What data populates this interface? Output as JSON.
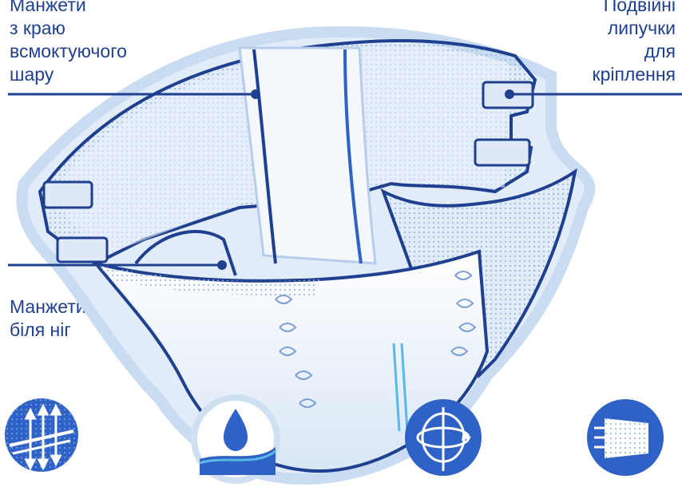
{
  "labels": {
    "top_left": [
      "Манжети",
      "з краю",
      "всмоктуючого",
      "шару"
    ],
    "top_right": [
      "Подвійні",
      "липучки",
      "для",
      "кріплення"
    ],
    "middle_left": [
      "Манжети",
      "біля ніг"
    ]
  },
  "icons": [
    {
      "name": "breathable-layer-icon"
    },
    {
      "name": "absorption-drop-icon"
    },
    {
      "name": "rotation-fit-icon"
    },
    {
      "name": "elastic-panel-icon"
    }
  ],
  "colors": {
    "primary": "#1f3f8f",
    "light_blue": "#cfe0f2",
    "mid_blue": "#2f62c7",
    "accent": "#5ab7e6"
  }
}
